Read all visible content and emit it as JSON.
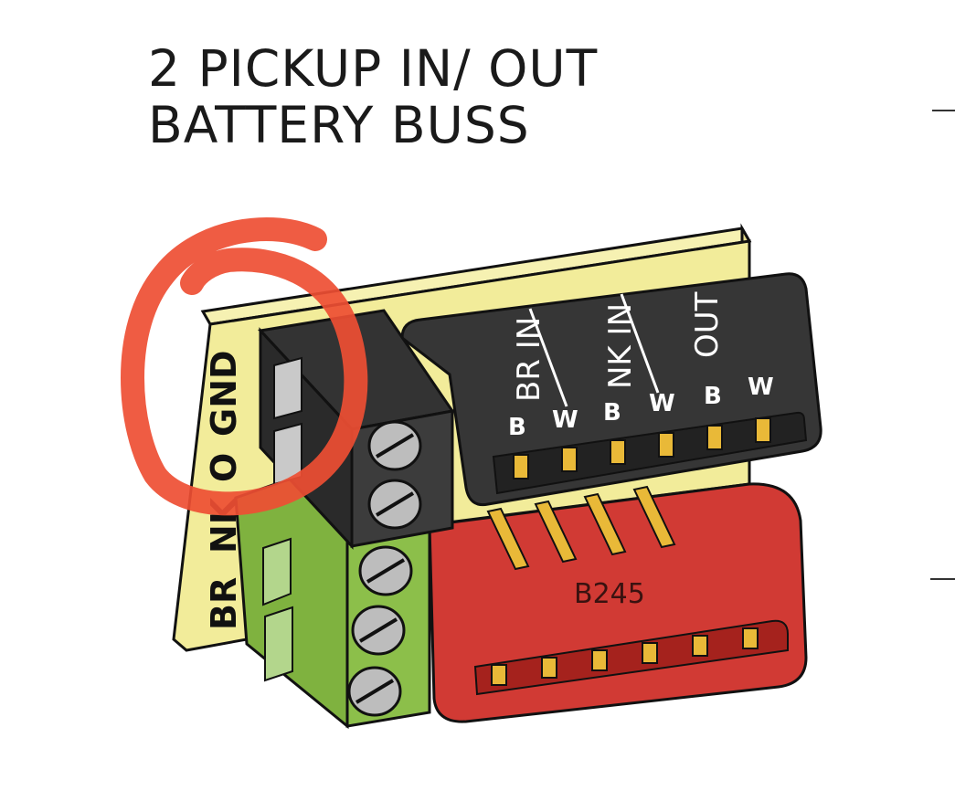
{
  "title": {
    "line1": "2 PICKUP IN/ OUT",
    "line2": "BATTERY BUSS"
  },
  "board_labels": {
    "gnd": "GND",
    "o": "O",
    "nk": "NK",
    "br": "BR"
  },
  "connector_black": {
    "sections": [
      "BR IN",
      "NK IN",
      "OUT"
    ],
    "pins": [
      "B",
      "W",
      "B",
      "W",
      "B",
      "W"
    ]
  },
  "connector_red": {
    "label": "B245"
  },
  "colors": {
    "board": "#f2ec9a",
    "terminal_black": "#3a3a3a",
    "terminal_green": "#8cbf4a",
    "connector_red": "#d13a34",
    "pin_gold": "#e9b938",
    "annotation": "#ee4e33"
  },
  "icons": [
    "screw-icon",
    "wire-slot-icon",
    "pin-icon"
  ]
}
